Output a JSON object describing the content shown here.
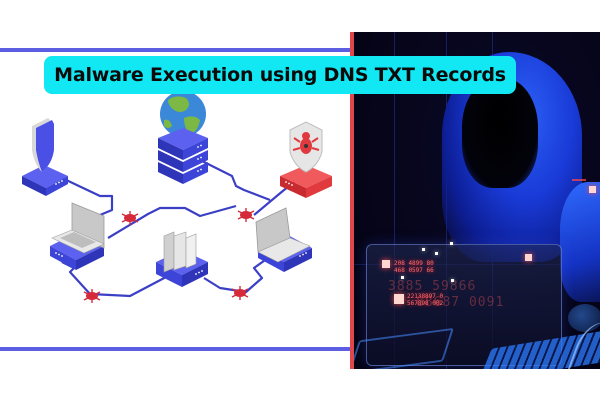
{
  "banner": {
    "title": "Malware Execution using DNS TXT Records",
    "background": "#12e7f4",
    "text_color": "#0b0b0b"
  },
  "colors": {
    "rule": "#5b5ee0",
    "accent_edge": "#e0474c",
    "device_blue": "#3d44d8",
    "malware_red": "#d42a3a",
    "photo_bg": "#06051a"
  },
  "diagram": {
    "nodes": [
      {
        "id": "security-server",
        "icon": "shield-icon",
        "color": "#3d44d8"
      },
      {
        "id": "dns-server",
        "icon": "globe-icon",
        "color": "#3d44d8"
      },
      {
        "id": "infected-server",
        "icon": "bug-shield-icon",
        "color": "#e03a3e"
      },
      {
        "id": "laptop-left",
        "icon": "laptop-icon",
        "color": "#3d44d8"
      },
      {
        "id": "file-server",
        "icon": "document-icon",
        "color": "#3d44d8"
      },
      {
        "id": "laptop-right",
        "icon": "laptop-icon",
        "color": "#3d44d8"
      }
    ],
    "malware_markers": 4
  },
  "photo": {
    "subject": "hooded-hacker",
    "screen_lines": [
      "208 4899 80",
      "468 0597 66",
      "22138897 0",
      "567898 002"
    ],
    "screen_faint": [
      "3885 59866",
      "88687 0091"
    ]
  }
}
